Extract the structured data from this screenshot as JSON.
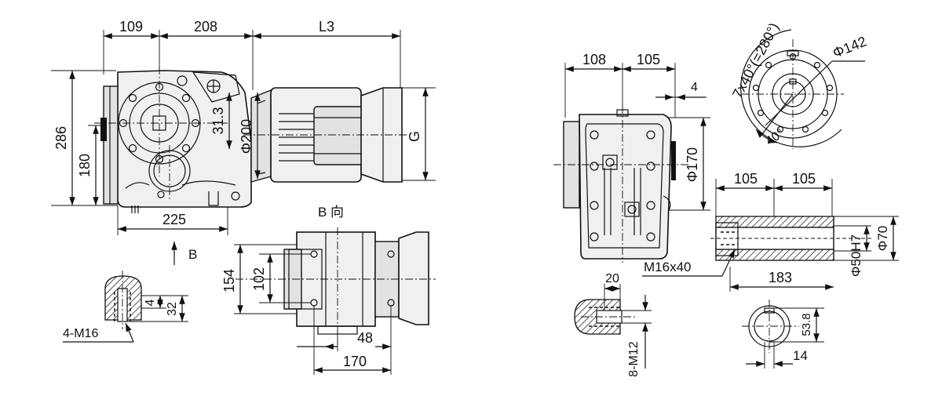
{
  "left_view": {
    "dims": {
      "d109": "109",
      "d208": "208",
      "dL3": "L3",
      "d286": "286",
      "d180": "180",
      "d31_3": "31.3",
      "dphi200": "Φ200",
      "dG": "G",
      "d225": "225"
    }
  },
  "b_arrow_label": "B",
  "b_view": {
    "title": "B 向",
    "dims": {
      "d154": "154",
      "d102": "102",
      "d48": "48",
      "d170": "170"
    }
  },
  "thread_detail_left": {
    "dims": {
      "d4": "4",
      "d32": "32",
      "thread": "4-M16"
    }
  },
  "side_view": {
    "dims": {
      "d108": "108",
      "d105": "105",
      "d4": "4",
      "dphi170": "Φ170"
    }
  },
  "flange_view": {
    "dims": {
      "angle_holes": "7x40°(=280°)",
      "dphi142": "Φ142",
      "angle40": "40°"
    }
  },
  "shaft_view": {
    "dims": {
      "d105a": "105",
      "d105b": "105",
      "thread": "M16x40",
      "d183": "183",
      "dphi50h7": "Φ50H7",
      "dphi70": "Φ70"
    }
  },
  "thread_detail_right": {
    "dims": {
      "thread": "8-M12",
      "d20": "20"
    }
  },
  "keyway_section": {
    "dims": {
      "d53_8": "53.8",
      "d14": "14"
    }
  }
}
